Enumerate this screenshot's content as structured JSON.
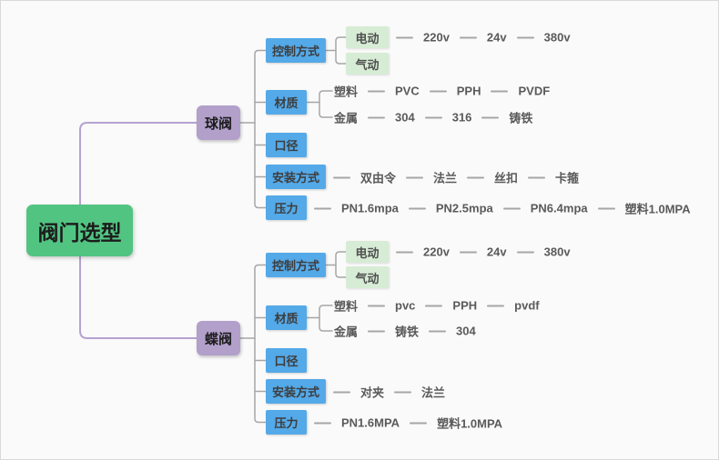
{
  "root": {
    "label": "阀门选型"
  },
  "branches": [
    {
      "label": "球阀",
      "children": [
        {
          "label": "控制方式",
          "sub": [
            {
              "label": "电动",
              "chain": [
                "220v",
                "24v",
                "380v"
              ]
            },
            {
              "label": "气动",
              "chain": []
            }
          ]
        },
        {
          "label": "材质",
          "sub": [
            {
              "label": "塑料",
              "chain": [
                "PVC",
                "PPH",
                "PVDF"
              ]
            },
            {
              "label": "金属",
              "chain": [
                "304",
                "316",
                "铸铁"
              ]
            }
          ]
        },
        {
          "label": "口径"
        },
        {
          "label": "安装方式",
          "chain": [
            "双由令",
            "法兰",
            "丝扣",
            "卡箍"
          ]
        },
        {
          "label": "压力",
          "chain": [
            "PN1.6mpa",
            "PN2.5mpa",
            "PN6.4mpa",
            "塑料1.0MPA"
          ]
        }
      ]
    },
    {
      "label": "蝶阀",
      "children": [
        {
          "label": "控制方式",
          "sub": [
            {
              "label": "电动",
              "chain": [
                "220v",
                "24v",
                "380v"
              ]
            },
            {
              "label": "气动",
              "chain": []
            }
          ]
        },
        {
          "label": "材质",
          "sub": [
            {
              "label": "塑料",
              "chain": [
                "pvc",
                "PPH",
                "pvdf"
              ]
            },
            {
              "label": "金属",
              "chain": [
                "铸铁",
                "304"
              ]
            }
          ]
        },
        {
          "label": "口径"
        },
        {
          "label": "安装方式",
          "chain": [
            "对夹",
            "法兰"
          ]
        },
        {
          "label": "压力",
          "chain": [
            "PN1.6MPA",
            "塑料1.0MPA"
          ]
        }
      ]
    }
  ],
  "colors": {
    "root_green": "#52c482",
    "branch_purple": "#b29fca",
    "topic_blue": "#54a9e8",
    "leaf_green": "#d7ecd5",
    "connector_gray": "#a6a6a6",
    "connector_purple": "#b5a2d1",
    "background": "#fafafa",
    "leaf_text": "#5a5a5a"
  }
}
